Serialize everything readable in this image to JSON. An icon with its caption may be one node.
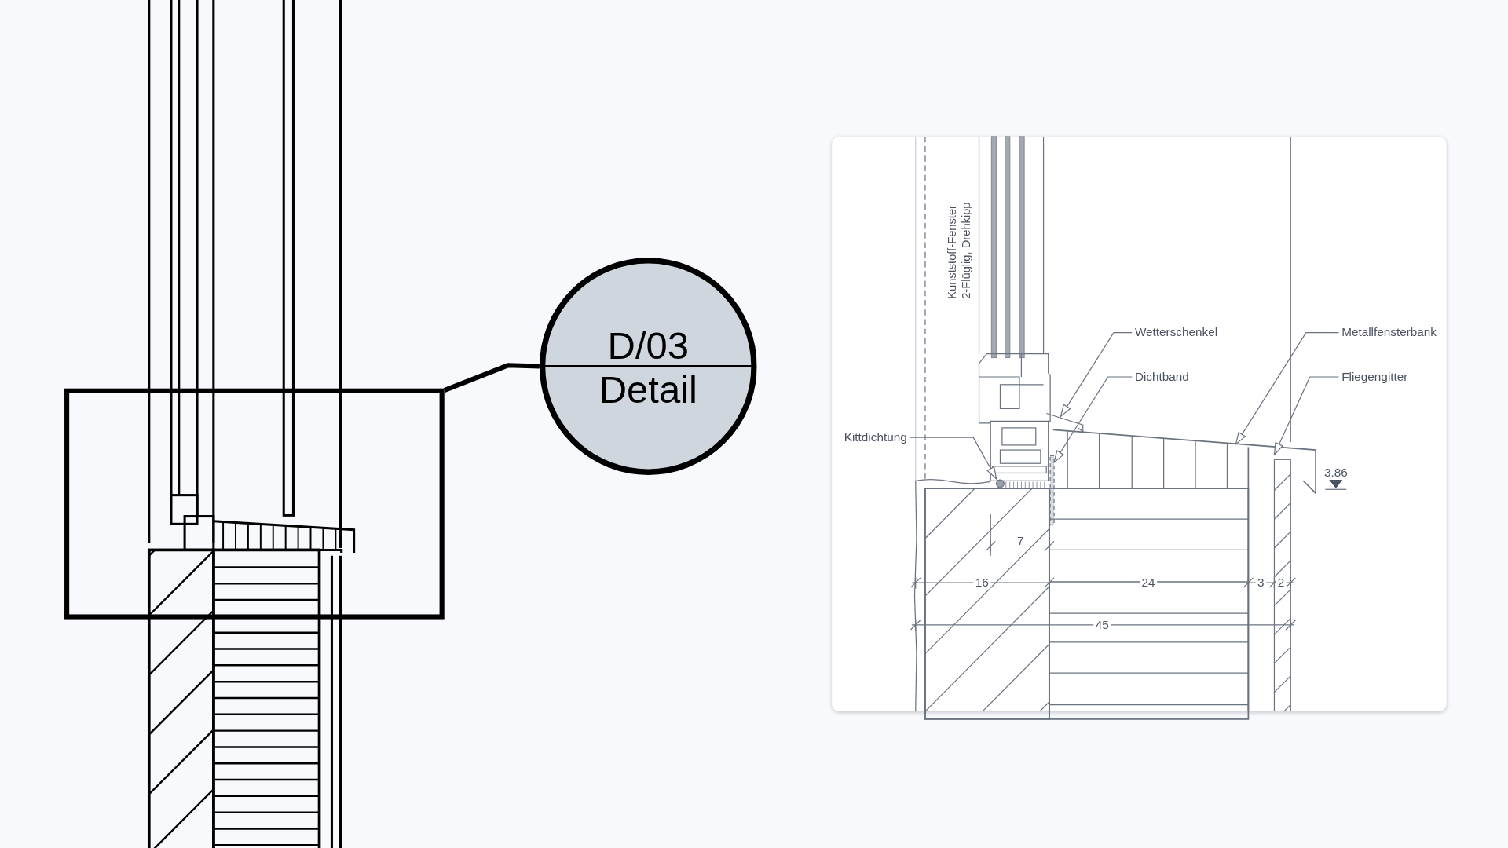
{
  "diagram": {
    "nodes": [
      {
        "text": [],
        "shape": "box"
      },
      {
        "text": [
          "D/03",
          "Detail"
        ]
      },
      {
        "text": [
          "Wetterschenkel"
        ]
      },
      {
        "text": [
          "Metallfensterbank"
        ]
      },
      {
        "text": [
          "Dichtband"
        ]
      },
      {
        "text": [
          "Fliegengitter"
        ]
      },
      {
        "text": [
          "Kittdichtung"
        ]
      }
    ],
    "edges": [
      {
        "from": 1,
        "to": 0,
        "arrow": "none",
        "style": "thick",
        "color": "#000000"
      },
      {
        "from": 2,
        "to": null,
        "arrow": "to"
      },
      {
        "from": 3,
        "to": null,
        "arrow": "to"
      },
      {
        "from": 4,
        "to": null,
        "arrow": "to"
      },
      {
        "from": 5,
        "to": null,
        "arrow": "to"
      },
      {
        "from": 6,
        "to": null,
        "arrow": "to"
      }
    ],
    "labels": [
      "Kunststoff-Fenster 2-Flüglig, Drehkipp",
      "3.86",
      "7",
      "16",
      "24",
      "3",
      "2",
      "45"
    ]
  }
}
